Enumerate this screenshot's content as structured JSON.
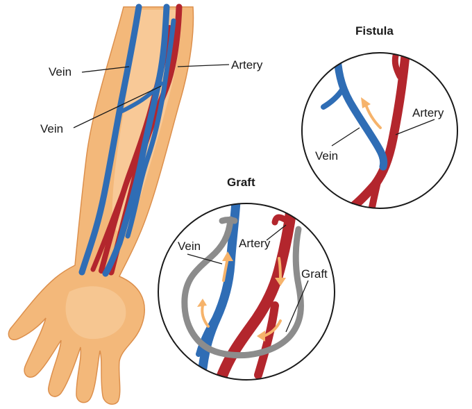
{
  "colors": {
    "skin": "#f3b87a",
    "skin_light": "#fbd7ae",
    "skin_outline": "#dc8f4c",
    "vein": "#2f6db5",
    "vein_outline": "#1e4f8c",
    "artery": "#b3262d",
    "artery_outline": "#7e1a1f",
    "graft": "#8c8c8c",
    "flow_arrow": "#f6b36b"
  },
  "arm": {
    "label_vein_upper": "Vein",
    "label_vein_lower": "Vein",
    "label_artery": "Artery"
  },
  "fistula": {
    "title": "Fistula",
    "label_artery": "Artery",
    "label_vein": "Vein"
  },
  "graft": {
    "title": "Graft",
    "label_vein": "Vein",
    "label_artery": "Artery",
    "label_graft": "Graft"
  }
}
